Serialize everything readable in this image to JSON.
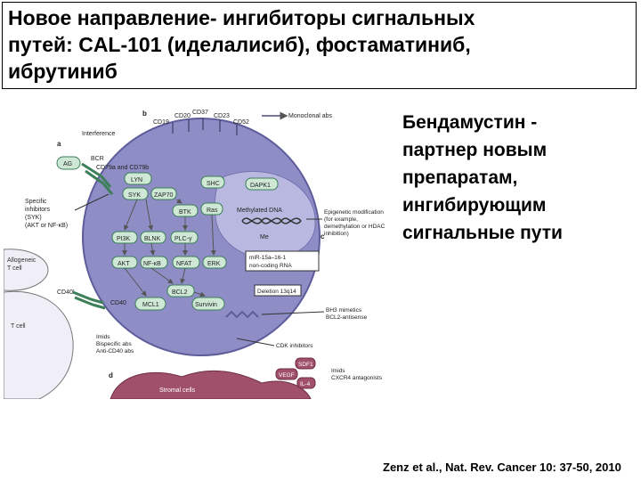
{
  "title_lines": [
    "Новое направление- ингибиторы сигнальных",
    "путей: CAL-101 (иделалисиб), фостаматиниб,",
    "ибрутиниб"
  ],
  "side_text_lines": [
    "Бендамустин -",
    "партнер новым",
    "препаратам,",
    "ингибирующим",
    "сигнальные пути"
  ],
  "reference": "Zenz et al., Nat. Rev. Cancer 10: 37-50, 2010",
  "figure": {
    "panel_labels": {
      "a": "a",
      "b": "b",
      "c": "c",
      "d": "d"
    },
    "surface_markers": [
      "CD19",
      "CD20",
      "CD37",
      "CD23",
      "CD52"
    ],
    "monoclonal_abs": "Monoclonal abs",
    "interference": "Interference",
    "bcr": "BCR",
    "cd79": "CD79a and CD79b",
    "ag": "AG",
    "kinases": {
      "lyn": "LYN",
      "syk": "SYK",
      "zap70": "ZAP70",
      "btk": "BTK",
      "ras": "Ras",
      "pi3k": "PI3K",
      "blnk": "BLNK",
      "plcg": "PLC-γ",
      "akt": "AKT",
      "nfkb": "NF-κB",
      "nfat": "NFAT",
      "erk": "ERK",
      "shc": "SHC",
      "dapk1": "DAPK1"
    },
    "specific_inhibitors": [
      "Specific",
      "inhibitors",
      "(SYK)",
      "(AKT or NF-κB)"
    ],
    "methylated_dna": "Methylated DNA",
    "me": "Me",
    "epigenetic": [
      "Epigenetic modification",
      "(for example,",
      "demethylation or HDAC",
      "inhibition)"
    ],
    "mirna": [
      "miR-15a–16-1",
      "non-coding RNA"
    ],
    "deletion": "Deletion 13q14",
    "bcl2": "BCL2",
    "mcl1": "MCL1",
    "survivin": "Survivin",
    "bh3": [
      "BH3 mimetics",
      "BCL2-antisense"
    ],
    "cdk": "CDK inhibitors",
    "allogeneic": [
      "Allogeneic",
      "T cell"
    ],
    "cd40l": "CD40L",
    "cd40": "CD40",
    "tcell": "T cell",
    "imids": [
      "Imids",
      "Bispecific abs",
      "Anti-CD40 abs"
    ],
    "sdf1": "SDF1",
    "vegf": "VEGF",
    "il4": "IL-4",
    "imids2": [
      "Imids",
      "CXCR4 antagonists"
    ],
    "stromal": "Stromal cells"
  },
  "colors": {
    "cell_fill": "#8f8dc6",
    "nucleus_fill": "#b9b8e0",
    "node_fill": "#cfe8d6",
    "node_stroke": "#3c7f58",
    "stromal_fill": "#a0506a",
    "tcell_fill": "#f0eef6"
  }
}
